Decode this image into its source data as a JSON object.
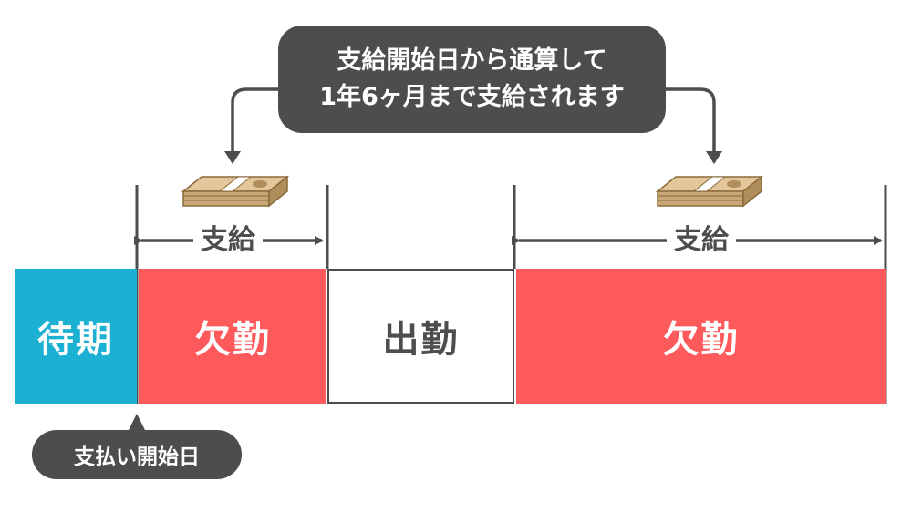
{
  "callout_top": {
    "line1": "支給開始日から通算して",
    "line2": "1年6ヶ月まで支給されます"
  },
  "segments": {
    "waiting": "待期",
    "absent_1": "欠勤",
    "work": "出勤",
    "absent_2": "欠勤"
  },
  "span_labels": {
    "pay_1": "支給",
    "pay_2": "支給"
  },
  "callout_bottom": "支払い開始日",
  "icons": [
    "money-stack-icon",
    "arrow-down-icon",
    "double-arrow-icon"
  ],
  "colors": {
    "waiting": "#1cb0d2",
    "absent": "#fe5a5b",
    "callout": "#4d4d4d",
    "money": "#c9a877"
  }
}
